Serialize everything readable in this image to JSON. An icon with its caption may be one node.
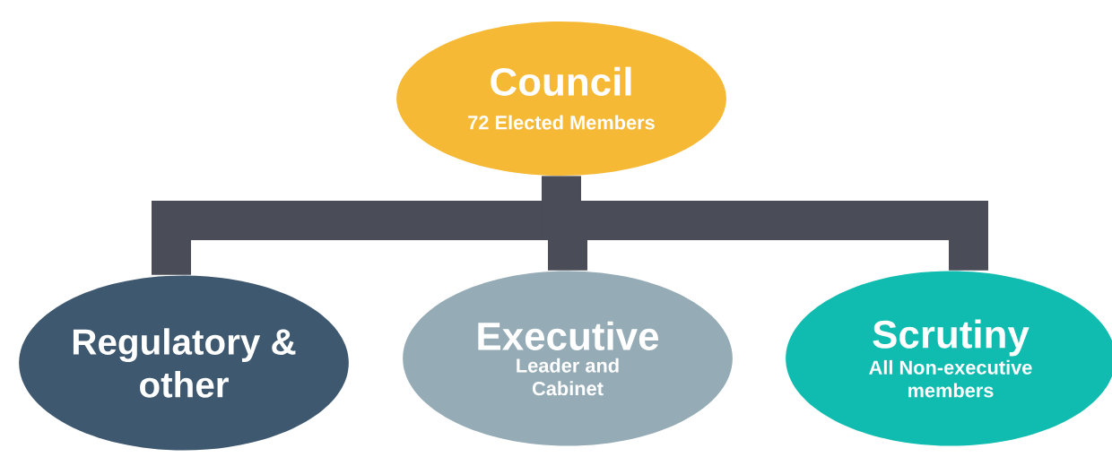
{
  "diagram": {
    "nodes": [
      {
        "text": [
          "Council",
          "72 Elected Members"
        ]
      },
      {
        "text": [
          "Regulatory & other"
        ]
      },
      {
        "text": [
          "Executive",
          "Leader and Cabinet"
        ]
      },
      {
        "text": [
          "Scrutiny",
          "All Non-executive members"
        ]
      }
    ],
    "edges": [
      {
        "from": 0,
        "to": 1,
        "arrow": "none"
      },
      {
        "from": 0,
        "to": 2,
        "arrow": "none"
      },
      {
        "from": 0,
        "to": 3,
        "arrow": "none"
      }
    ]
  }
}
